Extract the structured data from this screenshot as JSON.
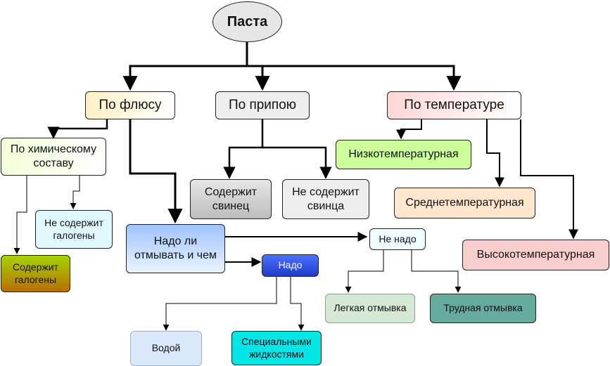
{
  "root": {
    "label": "Паста"
  },
  "categories": {
    "flux": "По флюсу",
    "solder": "По припою",
    "temperature": "По температуре"
  },
  "flux_branch": {
    "chemical": "По химическому составу",
    "no_halogens": "Не содержит галогены",
    "halogens": "Содержит галогены",
    "wash_question": "Надо ли отмывать и чем",
    "need": "Надо",
    "not_need": "Не надо",
    "water": "Водой",
    "special_liquids": "Специальными жидкостями",
    "easy_wash": "Легкая отмывка",
    "hard_wash": "Трудная отмывка"
  },
  "solder_branch": {
    "lead": "Содержит свинец",
    "no_lead": "Не содержит свинца"
  },
  "temperature_branch": {
    "low": "Низкотемпературная",
    "mid": "Среднетемпературная",
    "high": "Высокотемпературная"
  },
  "colors": {
    "root_fill": "#e6e6e6",
    "flux_fill": "#fff8dc",
    "solder_fill": "#eeeeee",
    "temperature_fill": "#ffe0e0",
    "low_fill": "#ccff99",
    "mid_fill": "#ffe6cc",
    "high_fill": "#f8cecc",
    "water_fill": "#dae8fc",
    "special_fill": "#00e5e5",
    "easy_fill": "#d5e8d4",
    "hard_fill": "#67ab9f",
    "need_fill": "#2e4fe0",
    "no_halogens_fill": "#e0f8ff"
  }
}
